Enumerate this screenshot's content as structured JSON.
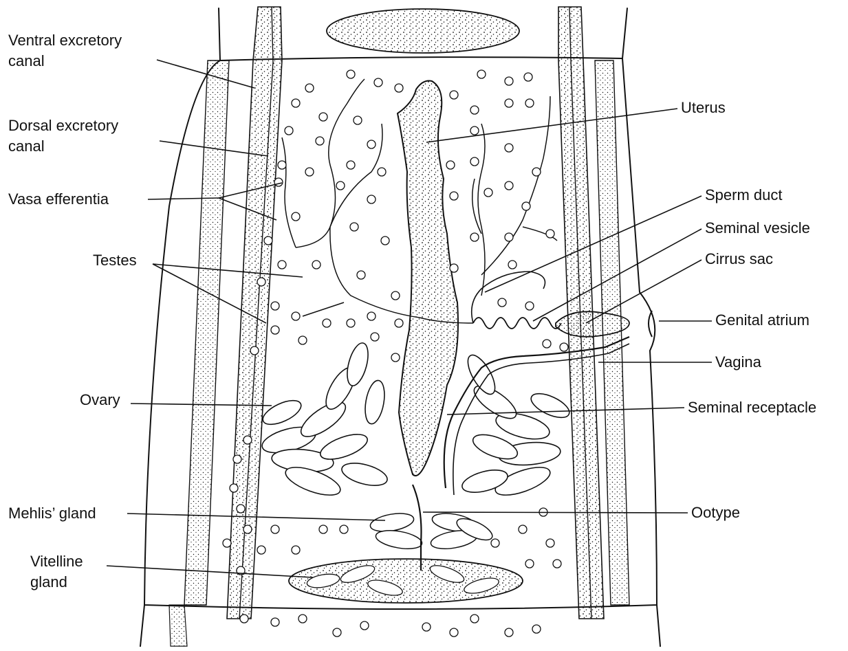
{
  "labels": {
    "ventral_excretory_canal": [
      "Ventral excretory",
      "canal"
    ],
    "dorsal_excretory_canal": [
      "Dorsal excretory",
      "canal"
    ],
    "vasa_efferentia": "Vasa efferentia",
    "testes": "Testes",
    "ovary": "Ovary",
    "mehlis_gland": "Mehlis’ gland",
    "vitelline_gland": [
      "Vitelline",
      "gland"
    ],
    "uterus": "Uterus",
    "sperm_duct": "Sperm duct",
    "seminal_vesicle": "Seminal vesicle",
    "cirrus_sac": "Cirrus sac",
    "genital_atrium": "Genital atrium",
    "vagina": "Vagina",
    "seminal_receptacle": "Seminal receptacle",
    "ootype": "Ootype"
  },
  "colors": {
    "ink": "#111111",
    "paper": "#ffffff"
  }
}
